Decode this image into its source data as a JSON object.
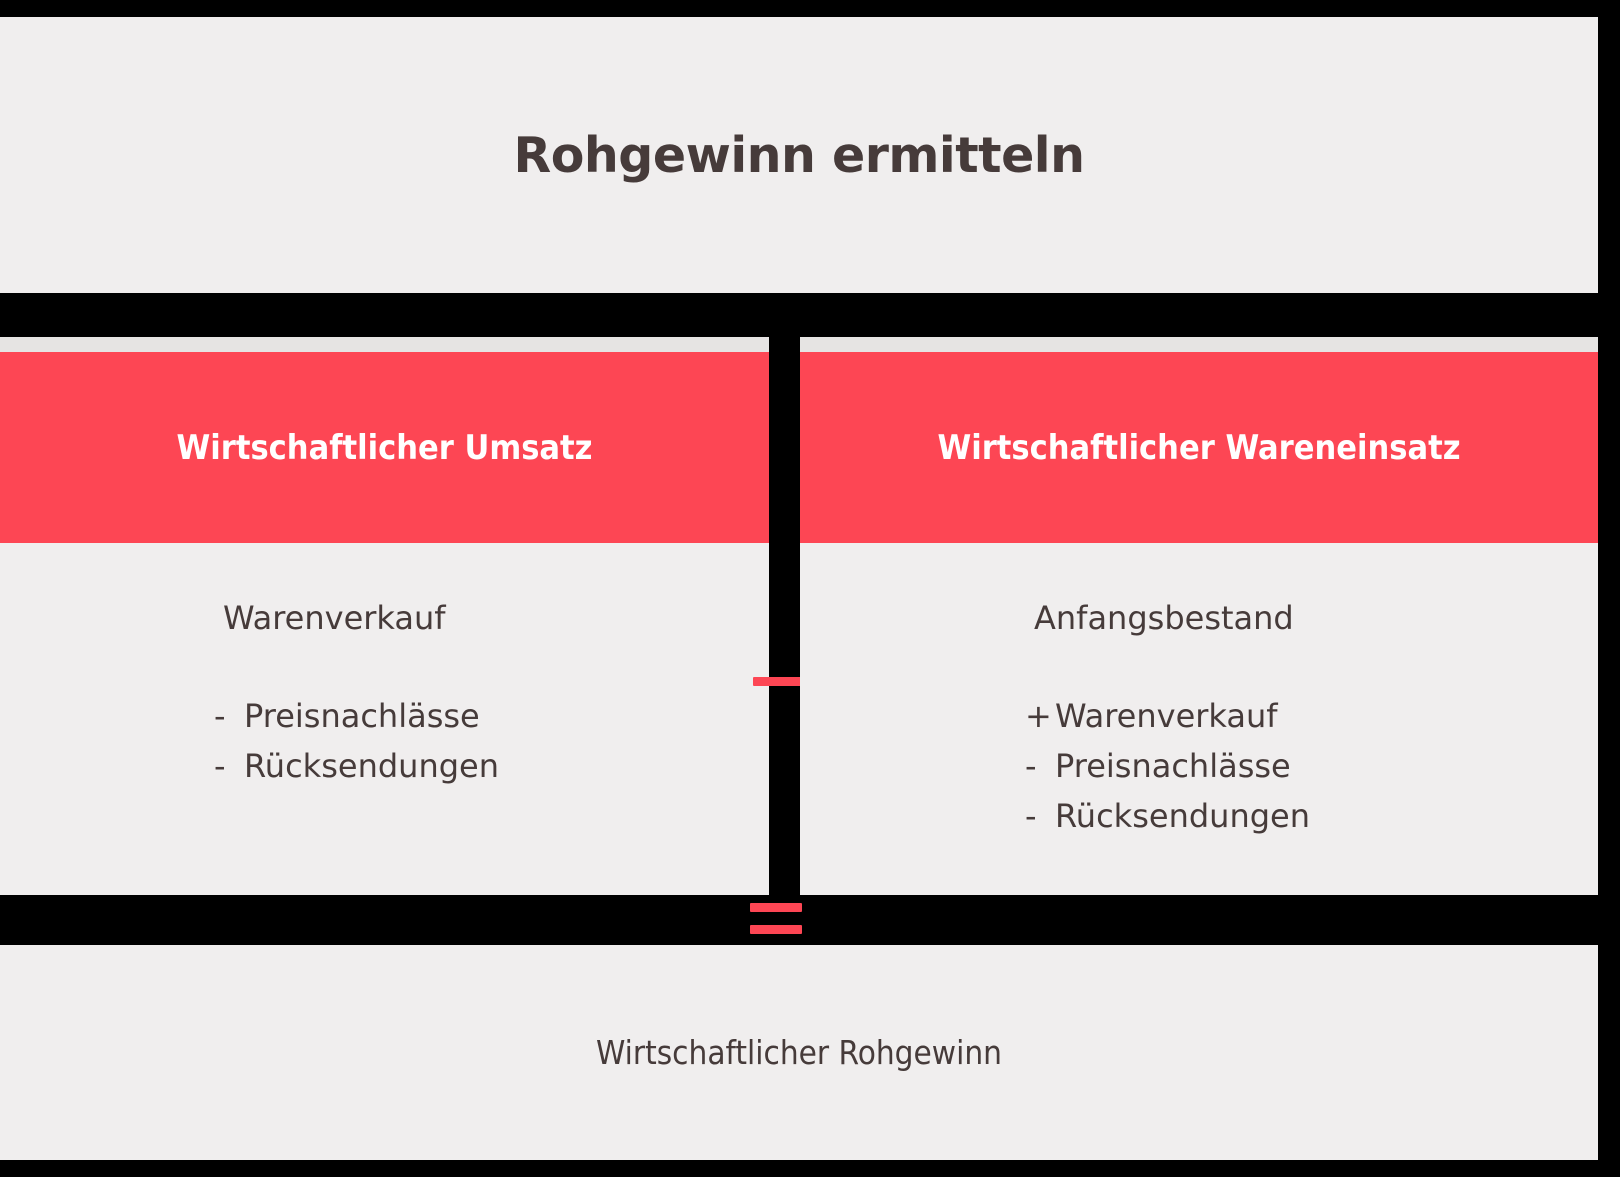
{
  "title": {
    "text": "Rohgewinn ermitteln"
  },
  "colors": {
    "background": "#000000",
    "panel": "#f0eeee",
    "panel_top_strip": "#e6e4e3",
    "accent_red": "#fd4654",
    "text_dark": "#463b3a",
    "text_light": "#ffffff"
  },
  "columns": [
    {
      "id": "umsatz",
      "header": "Wirtschaftlicher Umsatz",
      "lead": "Warenverkauf",
      "items": [
        {
          "op": "-",
          "label": "Preisnachlässe"
        },
        {
          "op": "-",
          "label": "Rücksendungen"
        }
      ]
    },
    {
      "id": "wareneinsatz",
      "header": "Wirtschaftlicher Wareneinsatz",
      "lead": "Anfangsbestand",
      "items": [
        {
          "op": "+",
          "label": "Warenverkauf"
        },
        {
          "op": "-",
          "label": "Preisnachlässe"
        },
        {
          "op": "-",
          "label": "Rücksendungen"
        }
      ]
    }
  ],
  "operators": {
    "between_columns": "−",
    "before_result": "="
  },
  "result": {
    "label": "Wirtschaftlicher Rohgewinn"
  }
}
